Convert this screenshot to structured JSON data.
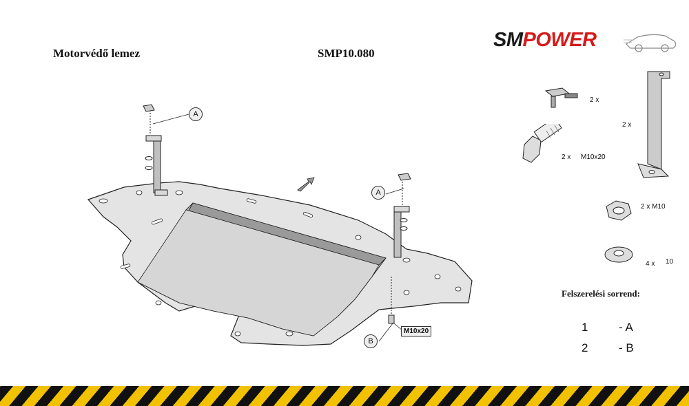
{
  "header": {
    "product_name": "Motorvédő lemez",
    "product_code": "SMP10.080"
  },
  "logo": {
    "part1": "SM",
    "part2": "POWER",
    "colors": {
      "dark": "#1a1a1a",
      "red": "#d61a1a"
    }
  },
  "callouts": {
    "a_left": "A",
    "a_right": "A",
    "b": "B",
    "b_bolt": "M10x20"
  },
  "parts": {
    "clip_qty": "2 x",
    "bolt_qty": "2 x",
    "bolt_size": "M10x20",
    "bracket_qty": "2 x",
    "nut": "2 x M10",
    "washer_qty": "4 x",
    "washer_size": "10"
  },
  "order": {
    "title": "Felszerelési sorrend:",
    "steps": [
      {
        "num": "1",
        "label": "- A"
      },
      {
        "num": "2",
        "label": "- B"
      }
    ]
  },
  "colors": {
    "plate": "#e4e4e4",
    "plate_dark": "#b0b0b0",
    "stripe_yellow": "#f2c200",
    "stripe_black": "#111111"
  }
}
